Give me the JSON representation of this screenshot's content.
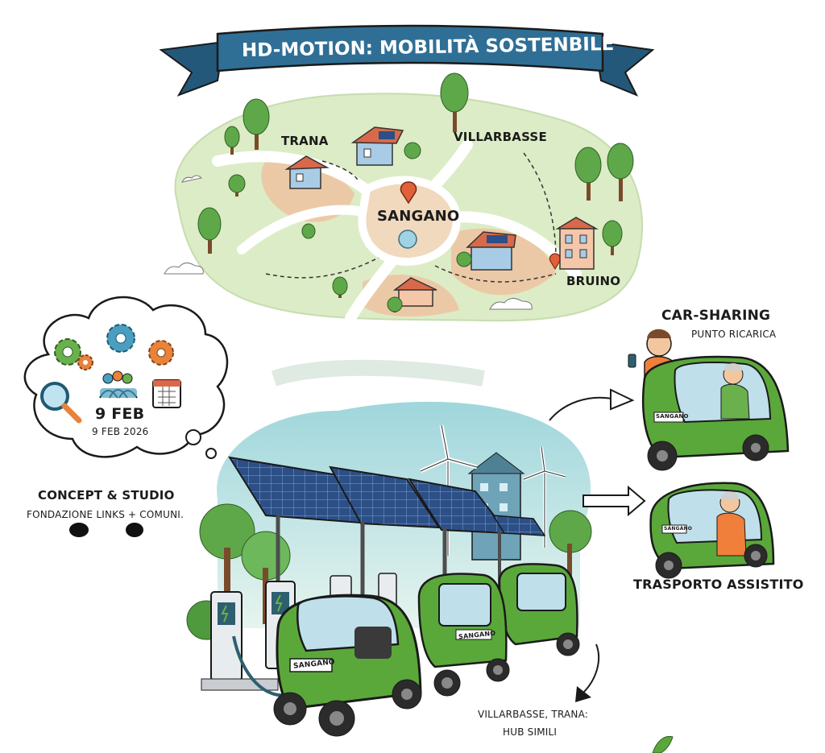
{
  "banner": {
    "title": "HD-MOTION: MOBILITÀ SOSTENBILE",
    "color": "#2f6f96"
  },
  "map": {
    "towns": [
      "TRANA",
      "VILLARBASSE",
      "SANGANO",
      "BRUINO"
    ],
    "pin_color": "#e0603a",
    "land_color": "#cfe6b4"
  },
  "thought_bubble": {
    "date_main": "9 FEB",
    "date_sub": "9 FEB 2026",
    "icons": [
      "gear-icon",
      "search-icon",
      "people-icon",
      "calendar-icon"
    ]
  },
  "concept": {
    "title": "CONCEPT & STUDIO",
    "subtitle": "FONDAZIONE LINKS + COMUNI."
  },
  "hub": {
    "vehicle_label": "SANGANO",
    "vehicle_color": "#5aa83a"
  },
  "services": {
    "car_sharing": {
      "title": "CAR-SHARING",
      "subtitle": "PUNTO RICARICA",
      "vehicle_label": "SANGANO"
    },
    "assisted": {
      "title": "TRASPORTO ASSISTITO",
      "vehicle_label": "SANGANO"
    }
  },
  "other_hubs": {
    "line1": "VILLARBASSE, TRANA:",
    "line2": "HUB SIMILI"
  }
}
